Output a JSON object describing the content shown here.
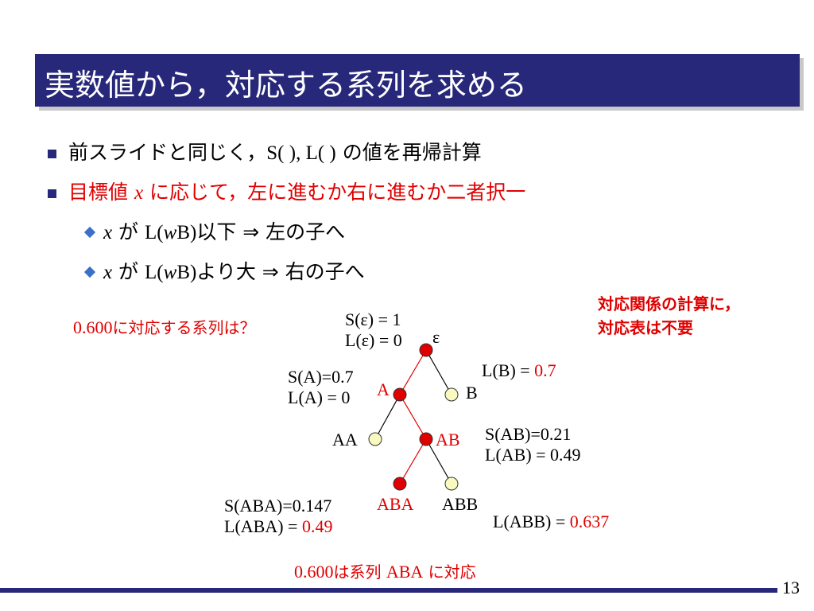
{
  "title": {
    "main": "実数値から，対応する系列を求める"
  },
  "bullets": {
    "b1_pre": "前スライドと同じく，",
    "b1_mid": "S( ), L( )",
    "b1_post": " の値を再帰計算",
    "b2_pre": "目標値 ",
    "b2_var": "x",
    "b2_post": " に応じて，左に進むか右に進むか二者択一",
    "s1_var": "x",
    "s1_ga": " が ",
    "s1_L": "L(",
    "s1_w": "w",
    "s1_B": "B)",
    "s1_post": "以下 ⇒ 左の子へ",
    "s2_var": "x",
    "s2_ga": " が ",
    "s2_L": "L(",
    "s2_w": "w",
    "s2_B": "B)",
    "s2_post": "より大 ⇒ 右の子へ"
  },
  "notes": {
    "question_num": "0.600",
    "question_text": "に対応する系列は？",
    "right_note_1": "対応関係の計算に，",
    "right_note_2": "対応表は不要",
    "answer_num": "0.600",
    "answer_text1": "は系列 ",
    "answer_seq": "ABA",
    "answer_text2": " に対応"
  },
  "tree": {
    "root_name": "ε",
    "root_S": "S(ε) = 1",
    "root_L": "L(ε) = 0",
    "A_name": "A",
    "A_S": "S(A)=0.7",
    "A_L": "L(A) = 0",
    "B_name": "B",
    "B_L_pre": "L(B) = ",
    "B_L_val": "0.7",
    "AA_name": "AA",
    "AB_name": "AB",
    "AB_S": "S(AB)=0.21",
    "AB_L": "L(AB) = 0.49",
    "ABA_name": "ABA",
    "ABA_S": "S(ABA)=0.147",
    "ABA_L_pre": "L(ABA) = ",
    "ABA_L_val": "0.49",
    "ABB_name": "ABB",
    "ABB_L_pre": "L(ABB) = ",
    "ABB_L_val": "0.637"
  },
  "colors": {
    "title_bg": "#28287a",
    "path_red": "#e00000",
    "node_yellow": "#fafac0"
  },
  "page_number": "13"
}
